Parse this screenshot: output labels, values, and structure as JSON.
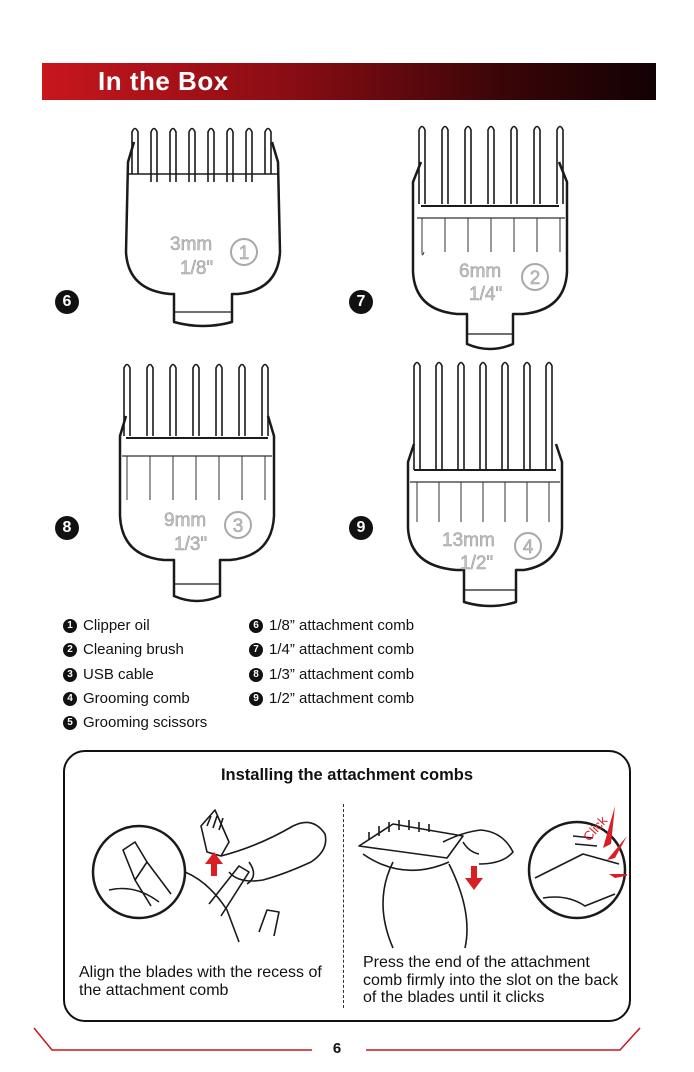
{
  "header": {
    "title": "In the Box"
  },
  "combs": [
    {
      "badge": "6",
      "mm": "3mm",
      "inch": "1/8\"",
      "index": "1"
    },
    {
      "badge": "7",
      "mm": "6mm",
      "inch": "1/4\"",
      "index": "2"
    },
    {
      "badge": "8",
      "mm": "9mm",
      "inch": "1/3\"",
      "index": "3"
    },
    {
      "badge": "9",
      "mm": "13mm",
      "inch": "1/2\"",
      "index": "4"
    }
  ],
  "contents_left": [
    {
      "num": "1",
      "label": "Clipper oil"
    },
    {
      "num": "2",
      "label": "Cleaning brush"
    },
    {
      "num": "3",
      "label": "USB cable"
    },
    {
      "num": "4",
      "label": "Grooming comb"
    },
    {
      "num": "5",
      "label": "Grooming scissors"
    }
  ],
  "contents_right": [
    {
      "num": "6",
      "label": "1/8” attachment comb"
    },
    {
      "num": "7",
      "label": "1/4” attachment comb"
    },
    {
      "num": "8",
      "label": "1/3” attachment comb"
    },
    {
      "num": "9",
      "label": "1/2” attachment comb"
    }
  ],
  "install": {
    "title": "Installing the attachment combs",
    "step1": "Align the blades with the recess of the attachment comb",
    "step2": "Press the end of the attachment comb firmly into the slot on the back of the blades until it clicks",
    "click_label": "Click"
  },
  "footer": {
    "page": "6"
  },
  "colors": {
    "accent": "#c8161d",
    "dark": "#120203",
    "outline": "#1a1a1a",
    "label_grey": "#bdbdbd"
  }
}
